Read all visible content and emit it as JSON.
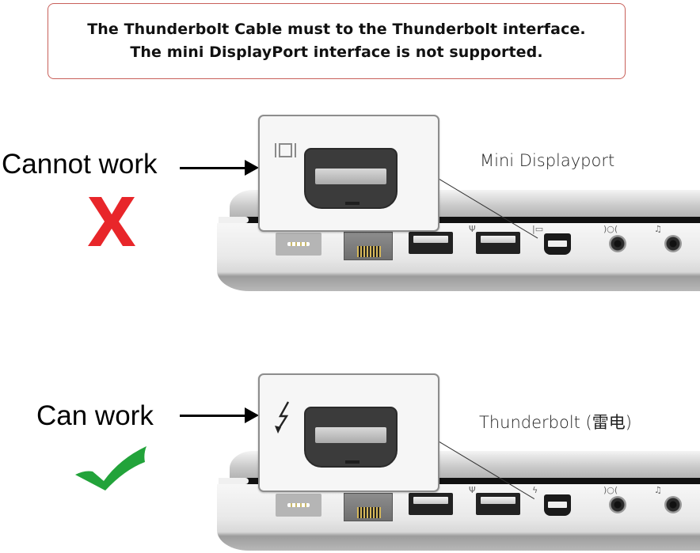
{
  "notice": {
    "line1": "The Thunderbolt Cable must to the Thunderbolt interface.",
    "line2": "The mini DisplayPort interface is not supported.",
    "border_color": "#c8605a"
  },
  "examples": [
    {
      "status": "Cannot work",
      "mark_icon": "red-x-icon",
      "mark_color": "#e8262a",
      "port_label": "Mini Displayport",
      "port_icon": "display-port-icon"
    },
    {
      "status": "Can work",
      "mark_icon": "green-check-icon",
      "mark_color": "#22a33a",
      "port_label": "Thunderbolt (雷电)",
      "port_icon": "thunderbolt-icon"
    }
  ],
  "laptop_ports": [
    "magsafe",
    "ethernet",
    "usb",
    "usb",
    "mini-displayport/thunderbolt",
    "audio-in",
    "headphones"
  ]
}
